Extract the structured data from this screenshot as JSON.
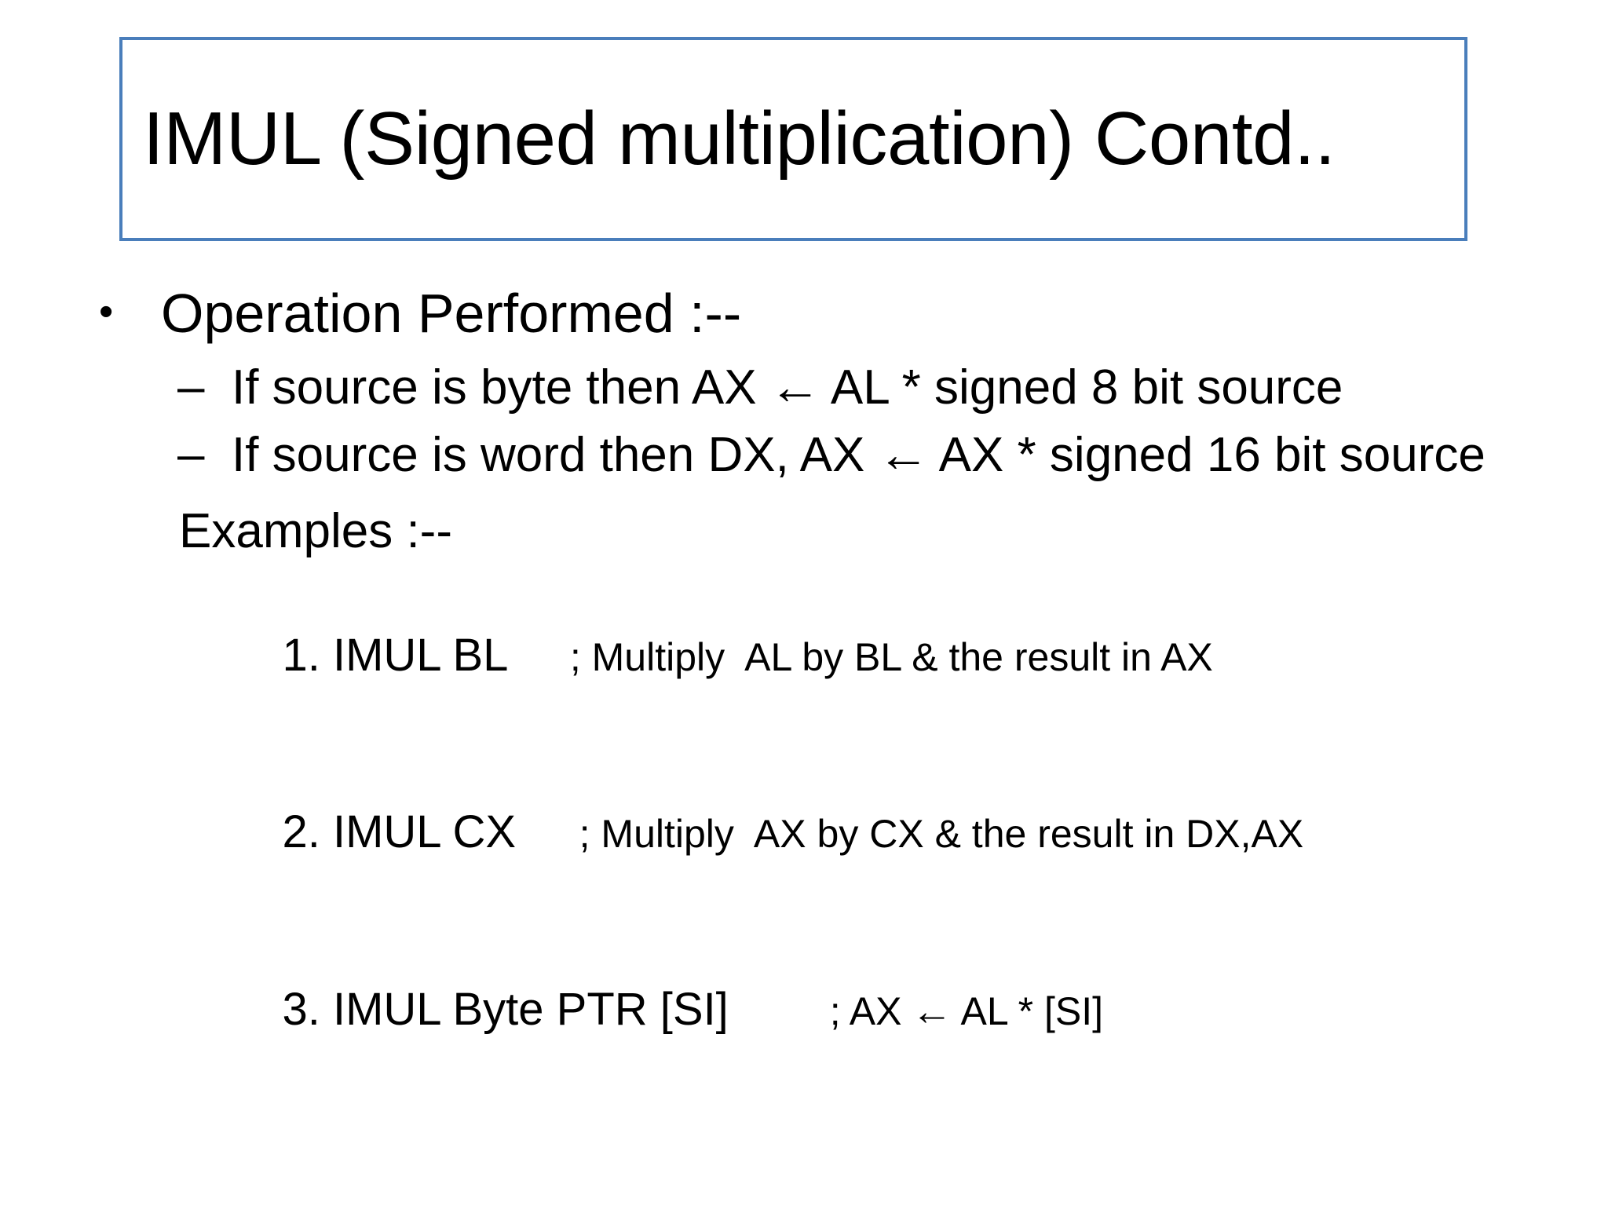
{
  "slide": {
    "background_color": "#FFFFFF",
    "text_color": "#000000",
    "title": {
      "text": "IMUL (Signed multiplication) Contd..",
      "border_color": "#4A7EBB"
    },
    "body": {
      "bullet_glyph": "•",
      "dash_glyph": "–",
      "arrow_glyph": "←",
      "level1": {
        "text": "Operation Performed :--"
      },
      "level2": [
        {
          "before_arrow": "If source is byte then AX ",
          "after_arrow": " AL * signed 8 bit source"
        },
        {
          "before_arrow": "If source is word then DX, AX ",
          "after_arrow": " AX * signed 16 bit source"
        }
      ],
      "examples_heading": "Examples :--",
      "examples": [
        {
          "code": "1. IMUL BL     ",
          "comment_before_arrow": "; Multiply  AL by BL & the result in AX",
          "comment_after_arrow": "",
          "has_arrow": false
        },
        {
          "code": "2. IMUL CX     ",
          "comment_before_arrow": "; Multiply  AX by CX & the result in DX,AX",
          "comment_after_arrow": "",
          "has_arrow": false
        },
        {
          "code": "3. IMUL Byte PTR [SI]        ",
          "comment_before_arrow": "; AX ",
          "comment_after_arrow": " AL * [SI]",
          "has_arrow": true
        }
      ]
    }
  }
}
